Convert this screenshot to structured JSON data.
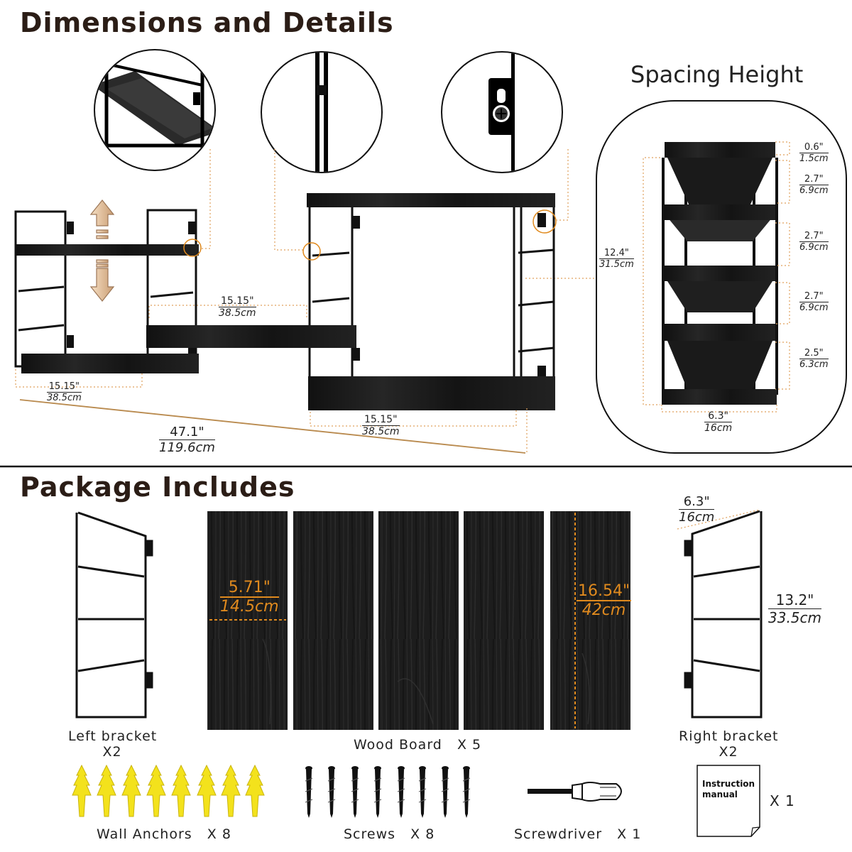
{
  "section_dimensions": {
    "title": "Dimensions and Details",
    "spacing_title": "Spacing Height"
  },
  "main_dims": {
    "left_width": {
      "in": "15.15\"",
      "cm": "38.5cm"
    },
    "middle_width": {
      "in": "15.15\"",
      "cm": "38.5cm"
    },
    "right_width": {
      "in": "15.15\"",
      "cm": "38.5cm"
    },
    "total_width": {
      "in": "47.1\"",
      "cm": "119.6cm"
    }
  },
  "spacing_dims": {
    "total_height": {
      "in": "12.4\"",
      "cm": "31.5cm"
    },
    "depth": {
      "in": "6.3\"",
      "cm": "16cm"
    },
    "gaps": [
      {
        "in": "0.6\"",
        "cm": "1.5cm"
      },
      {
        "in": "2.7\"",
        "cm": "6.9cm"
      },
      {
        "in": "2.7\"",
        "cm": "6.9cm"
      },
      {
        "in": "2.7\"",
        "cm": "6.9cm"
      },
      {
        "in": "2.5\"",
        "cm": "6.3cm"
      }
    ]
  },
  "section_package": {
    "title": "Package Includes"
  },
  "package": {
    "left_bracket": {
      "label": "Left bracket",
      "qty": "X2"
    },
    "right_bracket": {
      "label": "Right bracket",
      "qty": "X2"
    },
    "wood_board": {
      "label": "Wood Board   X 5"
    },
    "board_width": {
      "in": "5.71\"",
      "cm": "14.5cm"
    },
    "board_length": {
      "in": "16.54\"",
      "cm": "42cm"
    },
    "bracket_depth": {
      "in": "6.3\"",
      "cm": "16cm"
    },
    "bracket_height": {
      "in": "13.2\"",
      "cm": "33.5cm"
    },
    "wall_anchors": {
      "label": "Wall Anchors   X 8"
    },
    "screws": {
      "label": "Screws   X 8"
    },
    "screwdriver": {
      "label": "Screwdriver   X 1"
    },
    "manual": {
      "text_line1": "Instruction",
      "text_line2": "manual",
      "qty": "X 1"
    }
  },
  "colors": {
    "accent": "#e08a1e",
    "wood": "#1c1c1c",
    "anchor": "#f3e21c",
    "title": "#2b1d16"
  }
}
